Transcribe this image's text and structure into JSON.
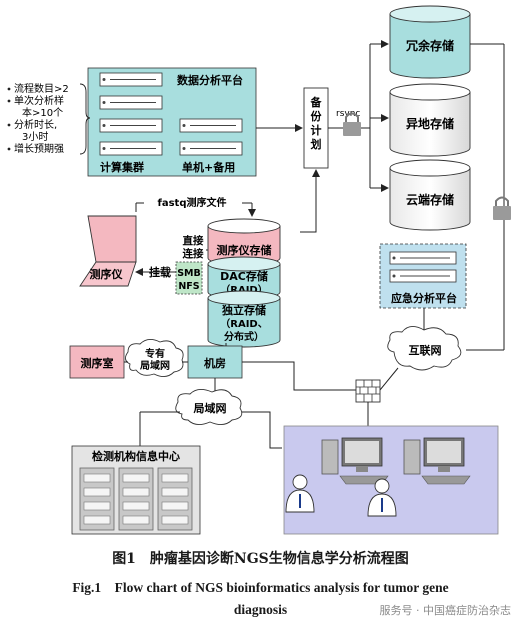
{
  "platform": {
    "title": "数据分析平台",
    "notes": [
      "流程数目>2",
      "单次分析样",
      "本>10个",
      "分析时长,",
      "3小时",
      "增长预期强"
    ],
    "cluster_label": "计算集群",
    "single_label": "单机+备用"
  },
  "backup": {
    "label": [
      "备",
      "份",
      "计",
      "划"
    ],
    "rsync": "rsync"
  },
  "storage": {
    "redundant": "冗余存储",
    "offsite": "异地存储",
    "cloud": "云端存储"
  },
  "fastq_label": "fastq测序文件",
  "sequencer": {
    "label": "测序仪",
    "mount": "挂载",
    "direct": [
      "直接",
      "连接"
    ],
    "smb": [
      "SMB",
      "NFS"
    ]
  },
  "central_storage": {
    "seq_storage": "测序仪存储",
    "dac": [
      "DAC存储",
      "（RAID）"
    ],
    "independent": [
      "独立存储",
      "（RAID、",
      "分布式）"
    ]
  },
  "emergency": {
    "label": "应急分析平台"
  },
  "internet": "互联网",
  "lab": "测序室",
  "dedicated_lan": [
    "专有",
    "局域网"
  ],
  "machine_room": "机房",
  "lan": "局域网",
  "info_center": "检测机构信息中心",
  "caption": {
    "cn": "图1　肿瘤基因诊断NGS生物信息学分析流程图",
    "en1": "Fig.1　Flow chart of NGS bioinformatics analysis for tumor gene",
    "en2": "diagnosis"
  },
  "watermark": "服务号 · 中国癌症防治杂志",
  "colors": {
    "teal": "#a8dede",
    "pink": "#f4b8c0",
    "green": "#bfe6c8",
    "lavender": "#c9c9ee",
    "lightblue": "#bfe0ee"
  }
}
